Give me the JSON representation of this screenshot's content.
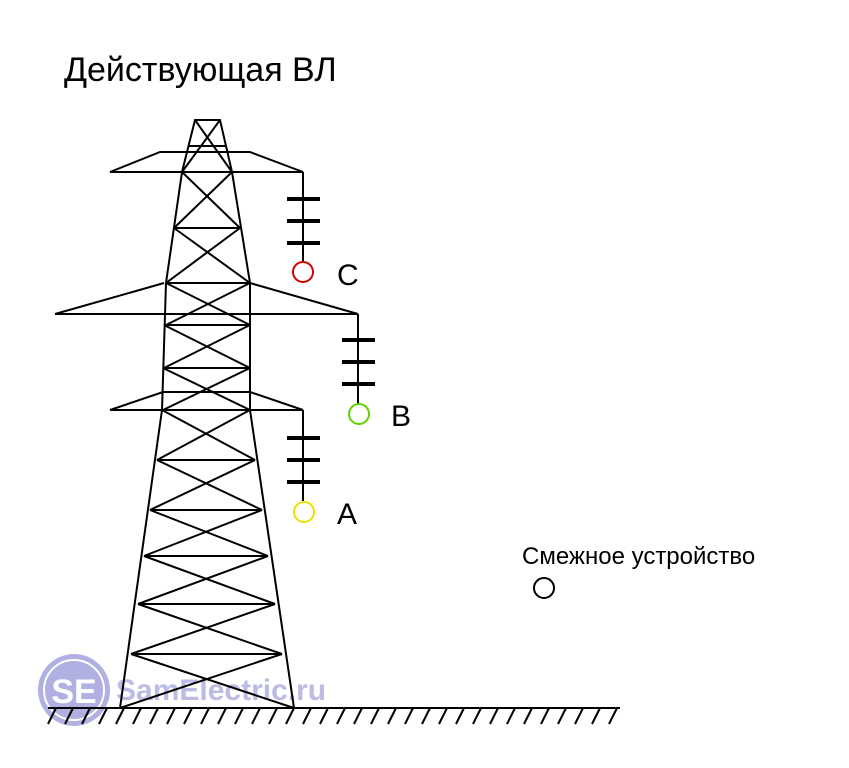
{
  "title": "Действующая ВЛ",
  "phases": [
    {
      "label": "C",
      "color": "#d40000"
    },
    {
      "label": "B",
      "color": "#5fd400"
    },
    {
      "label": "A",
      "color": "#f0e000"
    }
  ],
  "adjacent": {
    "label": "Смежное устройство"
  },
  "watermark": {
    "logo": "SE",
    "text": "SamElectric.ru",
    "color": "#8f8fd6"
  }
}
